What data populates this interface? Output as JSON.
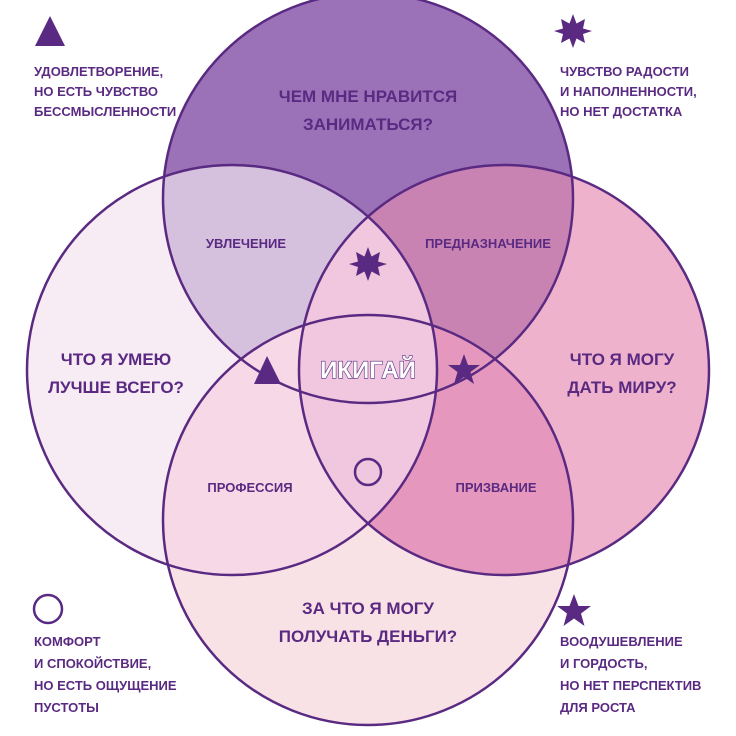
{
  "circles": {
    "top": {
      "line1": "ЧЕМ МНЕ НРАВИТСЯ",
      "line2": "ЗАНИМАТЬСЯ?"
    },
    "left": {
      "line1": "ЧТО Я УМЕЮ",
      "line2": "ЛУЧШЕ ВСЕГО?"
    },
    "right": {
      "line1": "ЧТО Я МОГУ",
      "line2": "ДАТЬ МИРУ?"
    },
    "bottom": {
      "line1": "ЗА ЧТО Я МОГУ",
      "line2": "ПОЛУЧАТЬ ДЕНЬГИ?"
    }
  },
  "overlaps": {
    "passion": "УВЛЕЧЕНИЕ",
    "mission": "ПРЕДНАЗНАЧЕНИЕ",
    "profession": "ПРОФЕССИЯ",
    "vocation": "ПРИЗВАНИЕ"
  },
  "center": "ИКИГАЙ",
  "corners": {
    "top_left": {
      "icon": "triangle-icon",
      "lines": [
        "УДОВЛЕТВОРЕНИЕ,",
        "НО ЕСТЬ ЧУВСТВО",
        "БЕССМЫСЛЕННОСТИ"
      ]
    },
    "top_right": {
      "icon": "starburst-icon",
      "lines": [
        "ЧУВСТВО РАДОСТИ",
        "И НАПОЛНЕННОСТИ,",
        "НО НЕТ ДОСТАТКА"
      ]
    },
    "bottom_left": {
      "icon": "circle-icon",
      "lines": [
        "КОМФОРТ",
        "И СПОКОЙСТВИЕ,",
        "НО ЕСТЬ ОЩУЩЕНИЕ",
        "ПУСТОТЫ"
      ]
    },
    "bottom_right": {
      "icon": "star-icon",
      "lines": [
        "ВООДУШЕВЛЕНИЕ",
        "И ГОРДОСТЬ,",
        "НО НЕТ ПЕРСПЕКТИВ",
        "ДЛЯ РОСТА"
      ]
    }
  },
  "colors": {
    "stroke": "#5a2a82",
    "top": "#9b72b8",
    "left": "#f8ecf4",
    "right": "#eeb2cc",
    "bottom": "#f8e2e6",
    "top_left_overlap": "#d5c0dd",
    "top_right_overlap": "#c983b3",
    "left_bottom_overlap": "#f6d8e6",
    "right_bottom_overlap": "#e697bd",
    "center": "#f0c7de",
    "icon": "#5a2a82"
  }
}
